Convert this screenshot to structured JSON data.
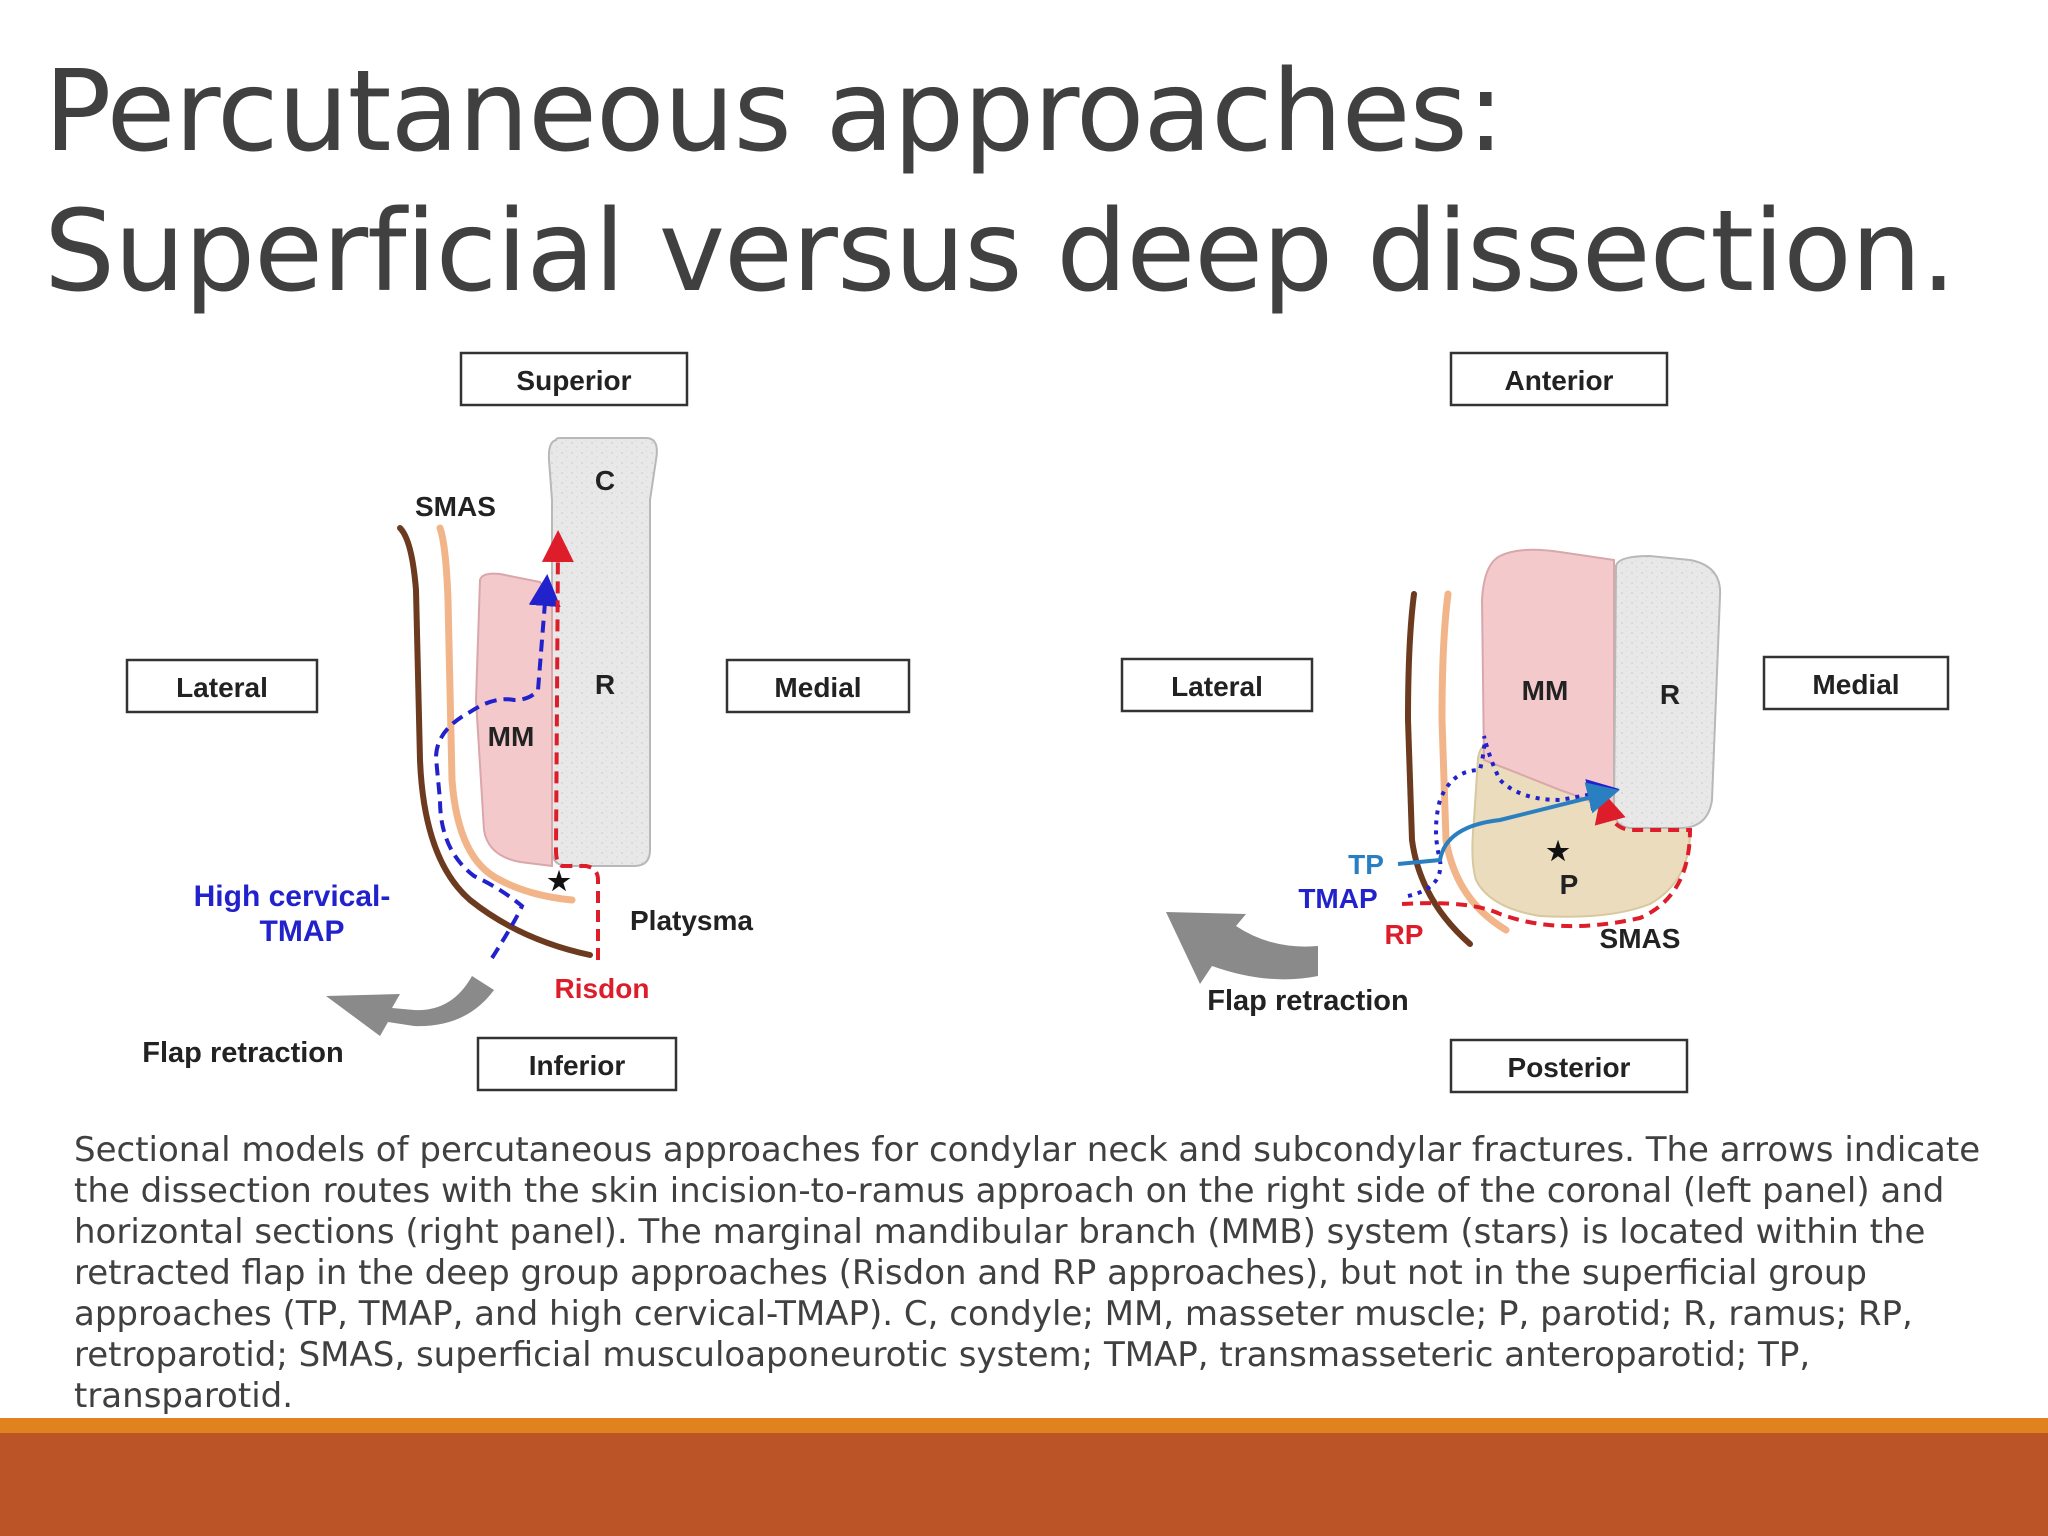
{
  "title": {
    "line1": "Percutaneous approaches:",
    "line2": "Superficial versus deep dissection."
  },
  "figure": {
    "left_panel": {
      "boxes": {
        "superior": "Superior",
        "inferior": "Inferior",
        "lateral": "Lateral",
        "medial": "Medial"
      },
      "labels": {
        "smas": "SMAS",
        "condyle": "C",
        "ramus": "R",
        "masseter": "MM",
        "platysma": "Platysma",
        "risdon": "Risdon",
        "high_cervical_line1": "High cervical-",
        "high_cervical_line2": "TMAP",
        "flap_retraction": "Flap retraction",
        "star": "★"
      }
    },
    "right_panel": {
      "boxes": {
        "anterior": "Anterior",
        "posterior": "Posterior",
        "lateral": "Lateral",
        "medial": "Medial"
      },
      "labels": {
        "masseter": "MM",
        "ramus": "R",
        "parotid": "P",
        "smas": "SMAS",
        "tp": "TP",
        "tmap": "TMAP",
        "rp": "RP",
        "flap_retraction": "Flap retraction",
        "star": "★"
      }
    },
    "colors": {
      "blue_route": "#2222cc",
      "red_route": "#dd1e2a",
      "tp_route": "#2a7fc1",
      "skin": "#6b3a1f",
      "smas_layer": "#f2b58a",
      "muscle": "#f3c9cc",
      "bone": "#e6e6e6",
      "parotid": "#eadcbd",
      "arrow_gray": "#8a8a8a"
    }
  },
  "caption": "Sectional models of percutaneous approaches for condylar neck and subcondylar fractures. The arrows indicate the dissection routes with the skin incision-to-ramus approach on the right side of the coronal (left panel) and horizontal sections (right panel). The marginal mandibular branch (MMB) system (stars) is located within the retracted flap in the deep group approaches (Risdon and RP approaches), but not in the superficial group approaches (TP, TMAP, and high cervical-TMAP). C, condyle; MM, masseter muscle; P, parotid; R, ramus; RP, retroparotid; SMAS, superficial musculoaponeurotic system; TMAP, transmasseteric anteroparotid; TP, transparotid.",
  "footer": {
    "accent_color": "#e0821e",
    "band_color": "#bb5528"
  }
}
